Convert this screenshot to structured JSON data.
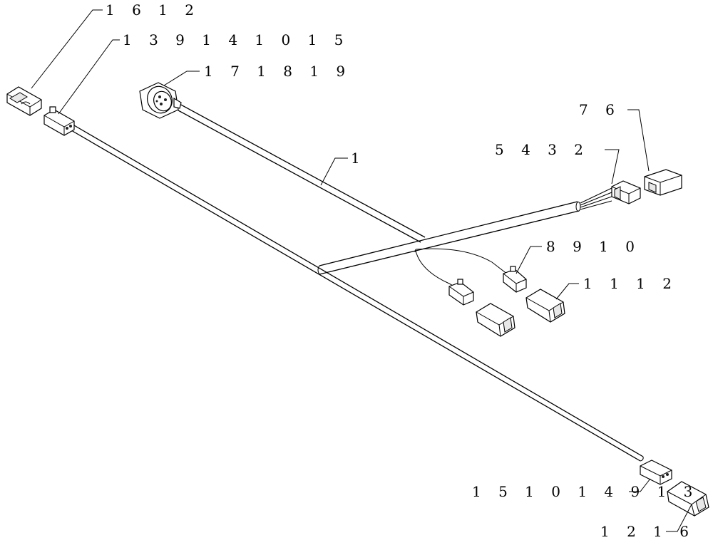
{
  "callouts": [
    {
      "id": "c1612",
      "text": "1 6 1 2"
    },
    {
      "id": "c139",
      "text": "1 3 9  1 4 1 0 1 5"
    },
    {
      "id": "c171819",
      "text": "1 7 1 8 1 9"
    },
    {
      "id": "c1",
      "text": "1"
    },
    {
      "id": "c76",
      "text": "7   6"
    },
    {
      "id": "c5432",
      "text": "5   4   3   2"
    },
    {
      "id": "c8910",
      "text": "8   9  1 0"
    },
    {
      "id": "c1112",
      "text": "1 1 1 2"
    },
    {
      "id": "c1510",
      "text": "1 5 1 0 1 4 9  1 3"
    },
    {
      "id": "c1216",
      "text": "1 2 1 6"
    }
  ],
  "colors": {
    "line": "#000000",
    "background": "#ffffff",
    "shade": "#e8e8e8"
  }
}
